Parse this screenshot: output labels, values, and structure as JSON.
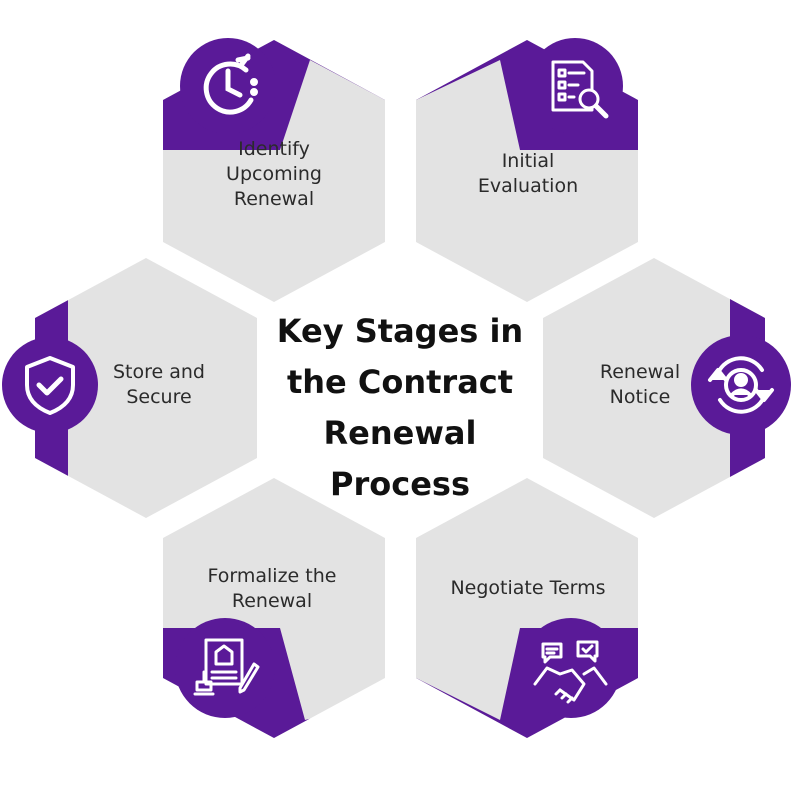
{
  "title": {
    "lines": [
      "Key Stages in",
      "the Contract",
      "Renewal",
      "Process"
    ]
  },
  "colors": {
    "accent": "#5a1a98",
    "hexagon_fill": "#e3e3e3",
    "icon": "#ffffff",
    "text": "#2b2b2b",
    "title": "#111111"
  },
  "stages": [
    {
      "id": "identify",
      "lines": [
        "Identify",
        "Upcoming",
        "Renewal"
      ],
      "icon": "clock-icon"
    },
    {
      "id": "evaluation",
      "lines": [
        "Initial",
        "Evaluation"
      ],
      "icon": "checklist-search-icon"
    },
    {
      "id": "notice",
      "lines": [
        "Renewal",
        "Notice"
      ],
      "icon": "user-cycle-icon"
    },
    {
      "id": "negotiate",
      "lines": [
        "Negotiate Terms"
      ],
      "icon": "handshake-chat-icon"
    },
    {
      "id": "formalize",
      "lines": [
        "Formalize the",
        "Renewal"
      ],
      "icon": "document-stamp-icon"
    },
    {
      "id": "store",
      "lines": [
        "Store and",
        "Secure"
      ],
      "icon": "shield-check-icon"
    }
  ]
}
